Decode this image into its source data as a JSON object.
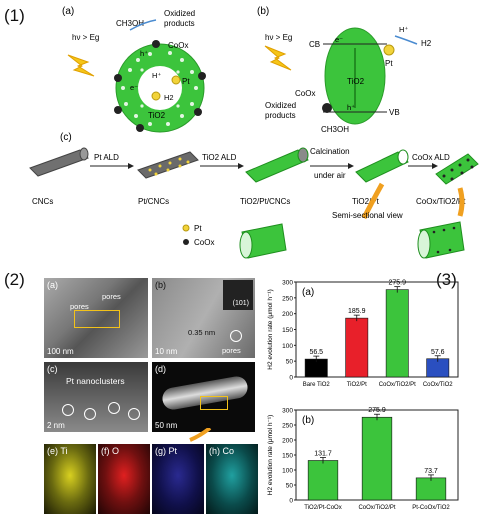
{
  "sections": {
    "s1": "(1)",
    "s2": "(2)",
    "s3": "(3)"
  },
  "colors": {
    "tio2_green": "#3cc43c",
    "pt_yellow": "#f2d33a",
    "coox_black": "#222222",
    "bar_black": "#000000",
    "bar_red": "#e8202a",
    "bar_green": "#3cc43c",
    "bar_blue": "#2a4fc0",
    "arrow_orange": "#f0a020"
  },
  "scheme": {
    "a": {
      "label": "(a)",
      "hv": "hν > Eg",
      "methanol": "CH3OH",
      "oxidized": "Oxidized",
      "products": "products",
      "coox": "CoOx",
      "pt": "Pt",
      "hplus": "H⁺",
      "h2": "H2",
      "tio2": "TiO2",
      "e": "e⁻",
      "h": "h⁺"
    },
    "b": {
      "label": "(b)",
      "hv": "hν > Eg",
      "cb": "CB",
      "vb": "VB",
      "pt": "Pt",
      "hplus": "H⁺",
      "h2": "H2",
      "tio2": "TiO2",
      "coox": "CoOx",
      "oxidized": "Oxidized",
      "products": "products",
      "methanol": "CH3OH",
      "e": "e⁻",
      "h": "h⁺"
    },
    "c": {
      "label": "(c)",
      "steps": [
        "CNCs",
        "Pt/CNCs",
        "TiO2/Pt/CNCs",
        "TiO2/Pt",
        "CoOx/TiO2/Pt"
      ],
      "arrows": [
        "Pt ALD",
        "TiO2 ALD",
        "Calcination",
        "under air",
        "CoOx ALD"
      ],
      "semi": "Semi-sectional view",
      "legend_pt": "Pt",
      "legend_coox": "CoOx"
    }
  },
  "micrographs": {
    "a": {
      "label": "(a)",
      "scale": "100 nm",
      "note1": "pores",
      "note2": "pores"
    },
    "b": {
      "label": "(b)",
      "scale": "10 nm",
      "fft": "(101)",
      "dspacing": "0.35 nm",
      "note": "pores"
    },
    "c": {
      "label": "(c)",
      "scale": "2 nm",
      "note": "Pt nanoclusters"
    },
    "d": {
      "label": "(d)",
      "scale": "50 nm"
    },
    "e": {
      "label": "(e) Ti"
    },
    "f": {
      "label": "(f) O"
    },
    "g": {
      "label": "(g) Pt"
    },
    "h": {
      "label": "(h) Co"
    }
  },
  "chart_data": [
    {
      "type": "bar",
      "title": "(a)",
      "categories": [
        "Bare TiO2",
        "TiO2/Pt",
        "CoOx/TiO2/Pt",
        "CoOx/TiO2"
      ],
      "values": [
        56.5,
        185.9,
        275.9,
        57.6
      ],
      "value_labels": [
        "56.5",
        "185.9",
        "275.9",
        "57.6"
      ],
      "ylabel": "H2 evolution rate (μmol h⁻¹)",
      "ylim": [
        0,
        300
      ],
      "yticks": [
        0,
        50,
        100,
        150,
        200,
        250,
        300
      ]
    },
    {
      "type": "bar",
      "title": "(b)",
      "categories": [
        "TiO2/Pt-CoOx",
        "CoOx/TiO2/Pt",
        "Pt-CoOx/TiO2"
      ],
      "values": [
        131.7,
        275.9,
        73.7
      ],
      "value_labels": [
        "131.7",
        "275.9",
        "73.7"
      ],
      "ylabel": "H2 evolution rate (μmol h⁻¹)",
      "ylim": [
        0,
        300
      ],
      "yticks": [
        0,
        50,
        100,
        150,
        200,
        250,
        300
      ]
    }
  ]
}
